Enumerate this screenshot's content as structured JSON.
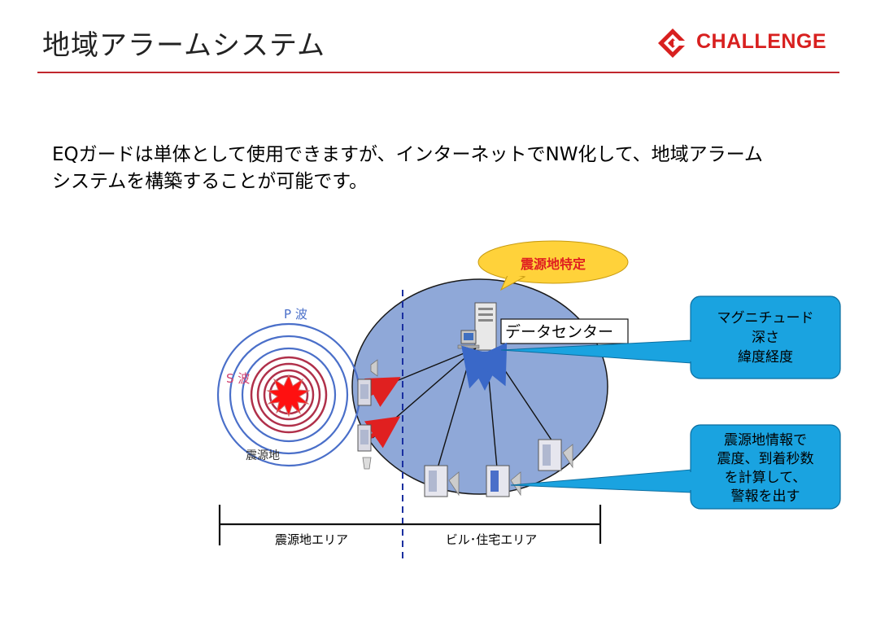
{
  "slide": {
    "title": "地域アラームシステム",
    "logo_text": "CHALLENGE",
    "intro_line1": "EQガードは単体として使用できますが、インターネットでNW化して、地域アラーム",
    "intro_line2": "システムを構築することが可能です。"
  },
  "diagram": {
    "bubble_label": "震源地特定",
    "p_wave_label": "P 波",
    "s_wave_label": "S 波",
    "epicenter_label": "震源地",
    "datacenter_label": "データセンター",
    "callout_top": [
      "マグニチュード",
      "深さ",
      "緯度経度"
    ],
    "callout_bottom": [
      "震源地情報で",
      "震度、到着秒数",
      "を計算して、",
      "警報を出す"
    ],
    "area_left_label": "震源地エリア",
    "area_right_label": "ビル･住宅エリア"
  },
  "colors": {
    "accent_red": "#c1272d",
    "logo_red": "#d8201f",
    "region_fill": "#8fa8d8",
    "wave_blue": "#4a6fc9",
    "wave_red": "#b0304a",
    "callout_fill": "#1aa3e0",
    "bubble_fill": "#ffd23a"
  }
}
